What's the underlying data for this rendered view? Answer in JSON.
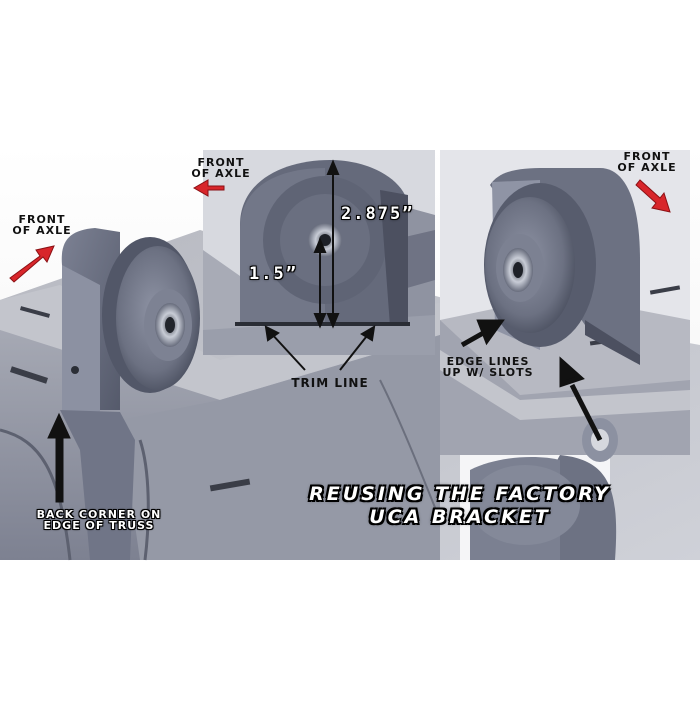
{
  "labels": {
    "front_axle_left": [
      "FRONT",
      "OF AXLE"
    ],
    "front_axle_center": [
      "FRONT",
      "OF AXLE"
    ],
    "front_axle_right": [
      "FRONT",
      "OF AXLE"
    ],
    "dimension_tall": "2.875”",
    "dimension_short": "1.5”",
    "trim_line": "TRIM LINE",
    "edge_lines": [
      "EDGE LINES",
      "UP W/ SLOTS"
    ],
    "back_corner": [
      "BACK CORNER ON",
      "EDGE OF TRUSS"
    ]
  },
  "title": [
    "REUSING THE FACTORY",
    "UCA BRACKET"
  ],
  "colors": {
    "arrow_red": "#d8262b",
    "arrow_black": "#111111",
    "metal_light": "#c9ccd6",
    "metal_mid": "#8e93a2",
    "metal_dark": "#4e5364",
    "bracket": "#666b7b"
  }
}
